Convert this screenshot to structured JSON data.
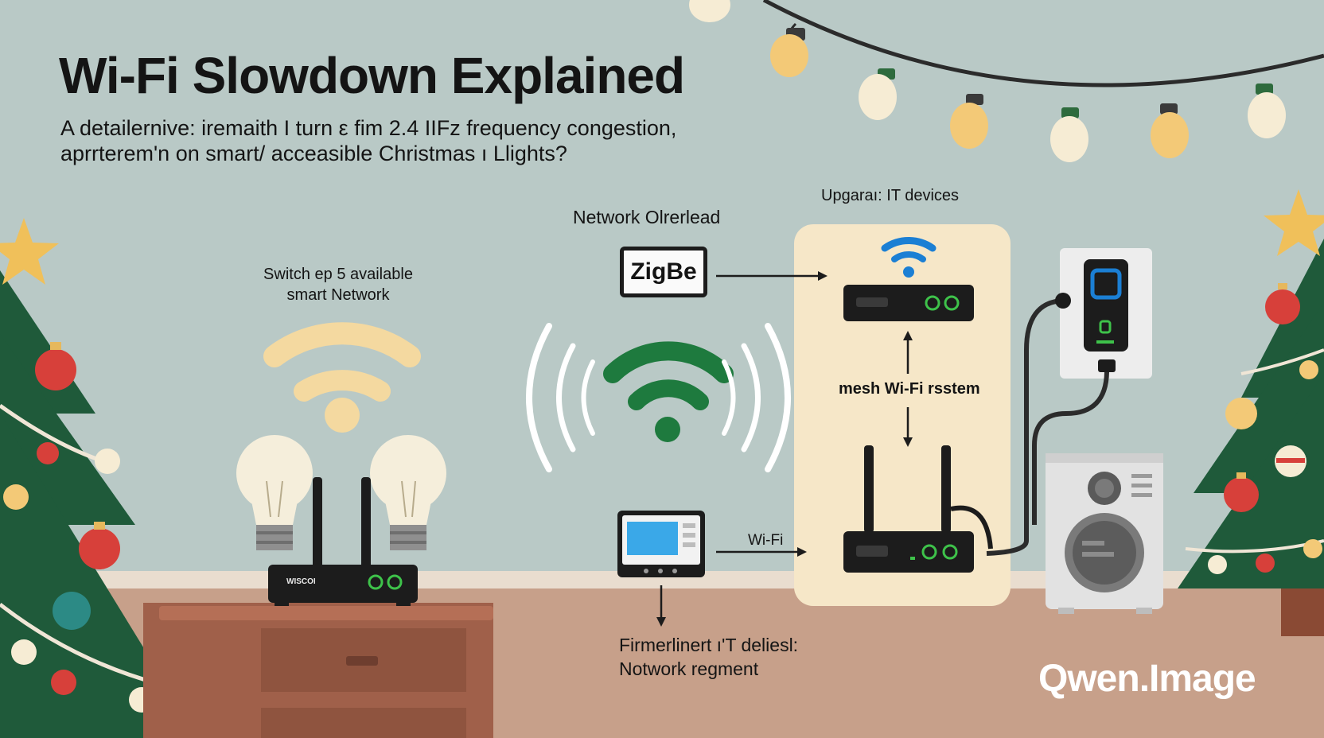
{
  "header": {
    "title": "Wi-Fi Slowdown Explained",
    "subtitle_line1": "A detailernive: iremaith I turn ε fim 2.4 IIFz frequency congestion,",
    "subtitle_line2": "aprrterem'n on smart/ acceasible Christmas ı Llights?"
  },
  "labels": {
    "switch_line1": "Switch ep 5 available",
    "switch_line2": "smart Network",
    "network_overload": "Network Olrerlead",
    "upgrade_devices": "Upgaraı: IT devices",
    "mesh_system": "mesh Wi-Fi rsstem",
    "wifi": "Wi-Fi",
    "firmware_line1": "Firmerlinert ı'T deliesl:",
    "firmware_line2": "Notwork regment"
  },
  "zigbee": {
    "label": "ZigBe"
  },
  "router": {
    "label": "WISCOI"
  },
  "brand": {
    "watermark": "Qwen.Image"
  },
  "colors": {
    "wall": "#b9c9c6",
    "floor": "#c7a08a",
    "tree_green": "#1f5a3a",
    "wifi_green": "#1e7a3e",
    "wifi_blue": "#1b7fd4",
    "bulb_warm": "#f4d9a0",
    "mesh_panel": "#f6e7c8",
    "ornament_red": "#d7403a"
  },
  "icons": [
    "wifi-icon",
    "light-bulb-icon",
    "router-icon",
    "christmas-tree-icon",
    "star-icon",
    "smart-plug-icon",
    "speaker-icon",
    "tablet-icon",
    "arrow-icon"
  ]
}
